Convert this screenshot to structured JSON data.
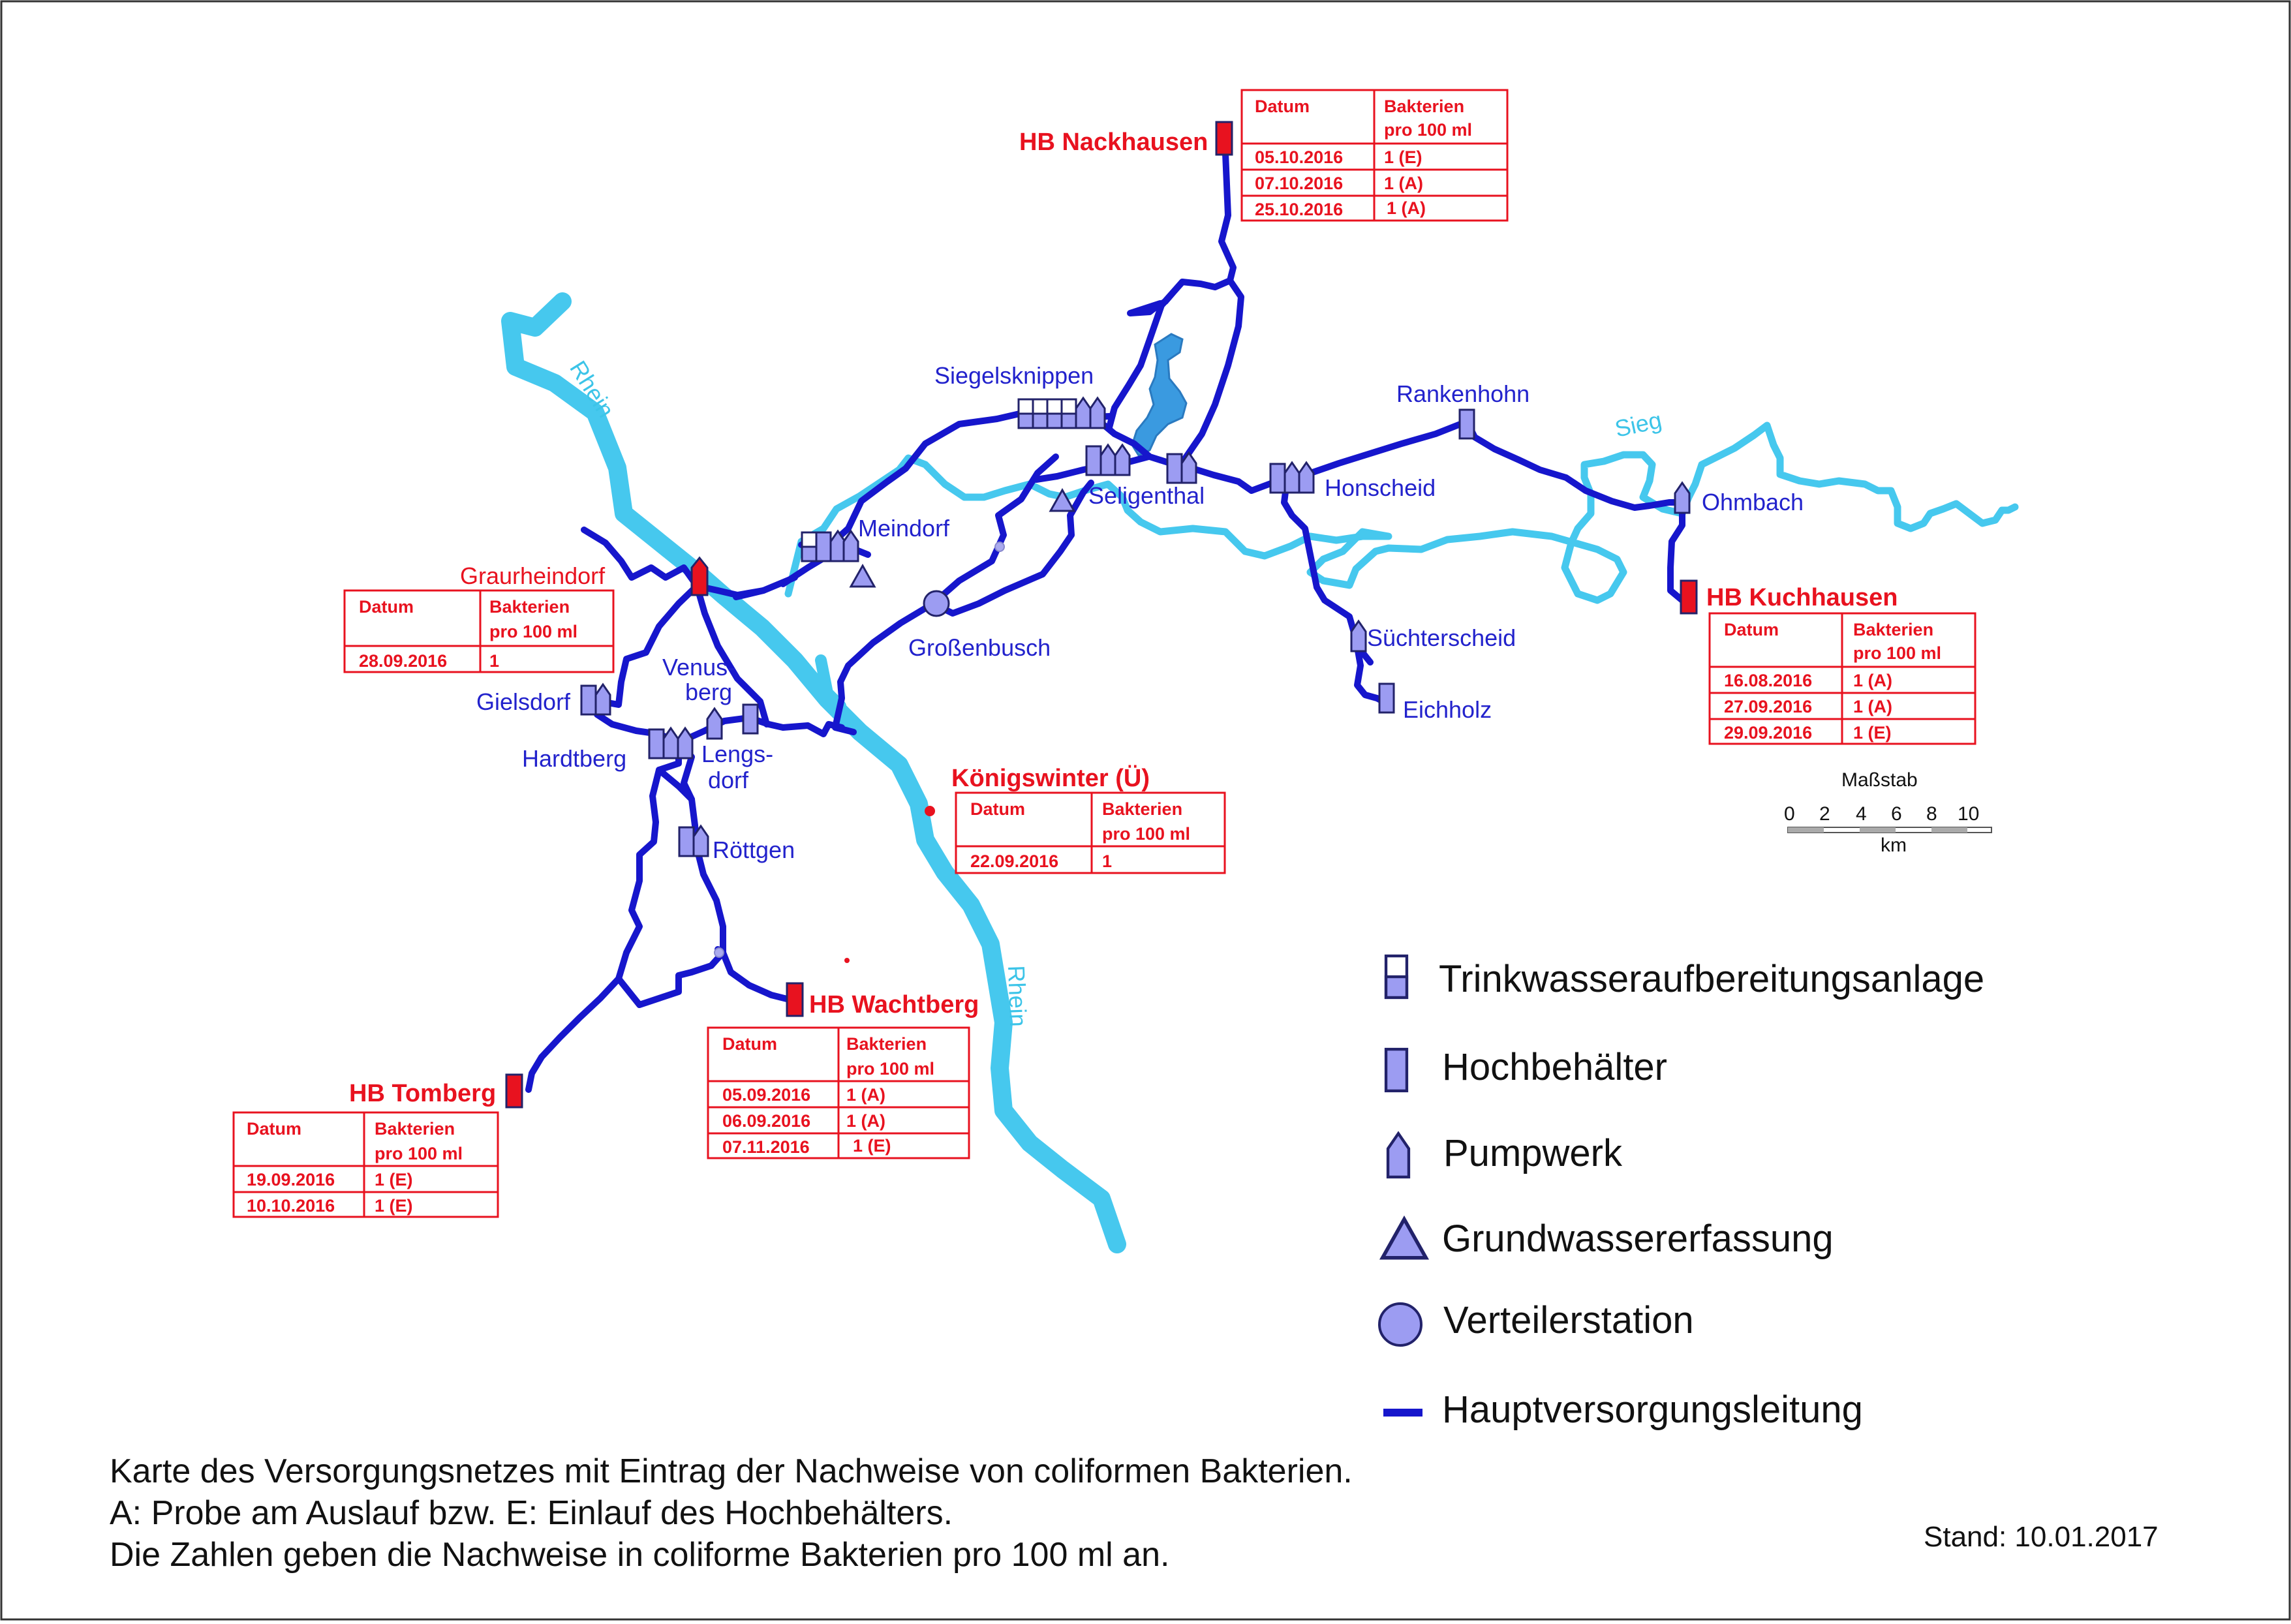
{
  "labels": {
    "rivers": {
      "rhein_north": "Rhein",
      "rhein_south": "Rhein",
      "sieg": "Sieg"
    },
    "places": {
      "siegelsknippen": "Siegelsknippen",
      "rankenhohn": "Rankenhohn",
      "meindorf": "Meindorf",
      "seligenthal": "Seligenthal",
      "honscheid": "Honscheid",
      "ohmbach": "Ohmbach",
      "grossenbusch": "Großenbusch",
      "suechterscheid": "Süchterscheid",
      "eichholz": "Eichholz",
      "gielsdorf": "Gielsdorf",
      "venusberg_1": "Venus-",
      "venusberg_2": "berg",
      "hardtberg": "Hardtberg",
      "lengsdorf_1": "Lengs-",
      "lengsdorf_2": "dorf",
      "roettgen": "Röttgen"
    },
    "sites": {
      "nackhausen": "HB Nackhausen",
      "graurheindorf": "Graurheindorf",
      "kuchhausen": "HB Kuchhausen",
      "koenigswinter": "Königswinter (Ü)",
      "wachtberg": "HB Wachtberg",
      "tomberg": "HB Tomberg"
    }
  },
  "tables": {
    "nackhausen": {
      "h1": "Datum",
      "h2a": "Bakterien",
      "h2b": "pro 100 ml",
      "rows": [
        [
          "05.10.2016",
          "1 (E)"
        ],
        [
          "07.10.2016",
          "1 (A)"
        ],
        [
          "25.10.2016",
          "1 (A)"
        ]
      ]
    },
    "graurheindorf": {
      "h1": "Datum",
      "h2a": "Bakterien",
      "h2b": "pro 100 ml",
      "rows": [
        [
          "28.09.2016",
          "1"
        ]
      ]
    },
    "kuchhausen": {
      "h1": "Datum",
      "h2a": "Bakterien",
      "h2b": "pro 100 ml",
      "rows": [
        [
          "16.08.2016",
          "1 (A)"
        ],
        [
          "27.09.2016",
          "1 (A)"
        ],
        [
          "29.09.2016",
          "1 (E)"
        ]
      ]
    },
    "koenigswinter": {
      "h1": "Datum",
      "h2a": "Bakterien",
      "h2b": "pro 100 ml",
      "rows": [
        [
          "22.09.2016",
          "1"
        ]
      ]
    },
    "wachtberg": {
      "h1": "Datum",
      "h2a": "Bakterien",
      "h2b": "pro 100 ml",
      "rows": [
        [
          "05.09.2016",
          "1 (A)"
        ],
        [
          "06.09.2016",
          "1 (A)"
        ],
        [
          "07.11.2016",
          "1 (E)"
        ]
      ]
    },
    "tomberg": {
      "h1": "Datum",
      "h2a": "Bakterien",
      "h2b": "pro 100 ml",
      "rows": [
        [
          "19.09.2016",
          "1 (E)"
        ],
        [
          "10.10.2016",
          "1 (E)"
        ]
      ]
    }
  },
  "scale": {
    "title": "Maßstab",
    "ticks": [
      "0",
      "2",
      "4",
      "6",
      "8",
      "10"
    ],
    "unit": "km"
  },
  "legend": {
    "treatment": "Trinkwasseraufbereitungsanlage",
    "tank": "Hochbehälter",
    "pump": "Pumpwerk",
    "groundwater": "Grundwassererfassung",
    "distribution": "Verteilerstation",
    "mainline": "Hauptversorgungsleitung"
  },
  "caption": {
    "line1": "Karte des Versorgungsnetzes mit Eintrag der Nachweise von coliformen Bakterien.",
    "line2": "A: Probe am Auslauf bzw. E: Einlauf des Hochbehälters.",
    "line3": "Die Zahlen geben die Nachweise in coliforme Bakterien pro 100 ml an.",
    "stand": "Stand: 10.01.2017"
  },
  "colors": {
    "pipe": "#1616cc",
    "river": "#46c8ee",
    "lake": "#3a9ae0",
    "facility": "#9c9cf2",
    "hit": "#e8121f"
  },
  "icons": [
    "treatment-plant-icon",
    "tank-icon",
    "pump-icon",
    "groundwater-icon",
    "distribution-icon",
    "pipe-line-icon"
  ]
}
